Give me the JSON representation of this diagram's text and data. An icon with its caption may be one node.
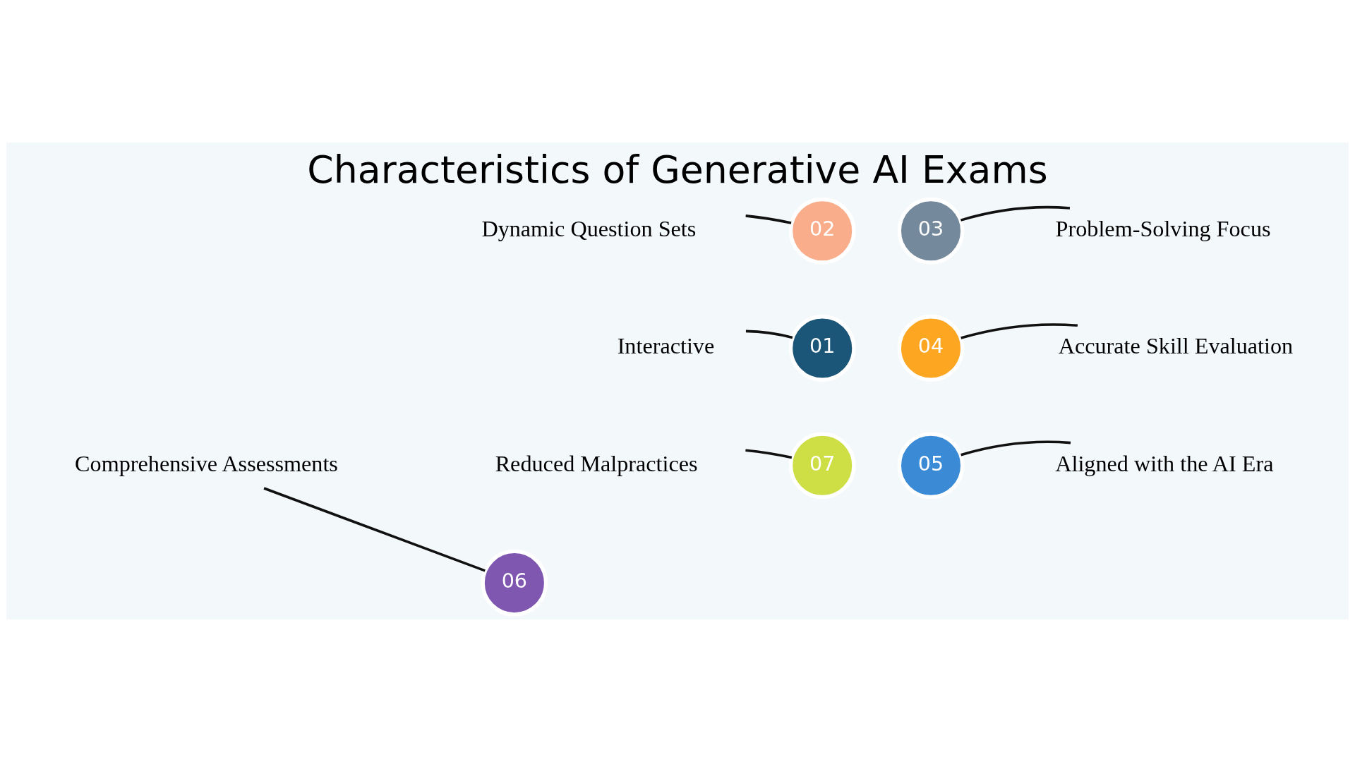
{
  "diagram": {
    "title": "Characteristics of Generative AI Exams",
    "nodes": [
      {
        "text": [
          "Dynamic Question Sets"
        ]
      },
      {
        "text": [
          "02"
        ]
      },
      {
        "text": [
          "Problem-Solving Focus"
        ]
      },
      {
        "text": [
          "03"
        ]
      },
      {
        "text": [
          "Interactive"
        ]
      },
      {
        "text": [
          "01"
        ]
      },
      {
        "text": [
          "Accurate Skill Evaluation"
        ]
      },
      {
        "text": [
          "04"
        ]
      },
      {
        "text": [
          "Reduced Malpractices"
        ]
      },
      {
        "text": [
          "07"
        ]
      },
      {
        "text": [
          "Aligned with the AI Era"
        ]
      },
      {
        "text": [
          "05"
        ]
      },
      {
        "text": [
          "06"
        ]
      },
      {
        "text": [
          "Comprehensive Assessments"
        ]
      }
    ],
    "edges": [
      {
        "from": 0,
        "to": 1,
        "arrow": "none"
      },
      {
        "from": 2,
        "to": 3,
        "arrow": "none"
      },
      {
        "from": 4,
        "to": 5,
        "arrow": "none"
      },
      {
        "from": 6,
        "to": 7,
        "arrow": "none"
      },
      {
        "from": 8,
        "to": 9,
        "arrow": "none"
      },
      {
        "from": 10,
        "to": 11,
        "arrow": "none"
      },
      {
        "from": 13,
        "to": 12,
        "arrow": "none"
      }
    ]
  }
}
